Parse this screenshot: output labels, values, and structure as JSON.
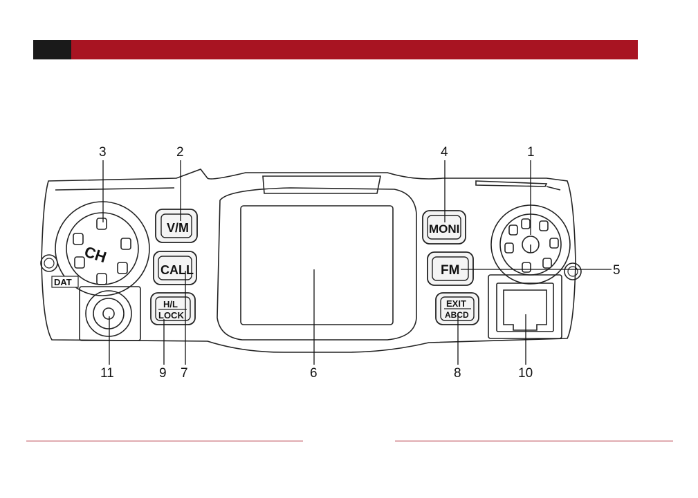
{
  "colors": {
    "header_accent": "#a81422",
    "header_dark": "#1a1a1a",
    "footer_rule": "#a81422"
  },
  "diagram": {
    "callouts": {
      "1": "1",
      "2": "2",
      "3": "3",
      "4": "4",
      "5": "5",
      "6": "6",
      "7": "7",
      "8": "8",
      "9": "9",
      "10": "10",
      "11": "11"
    },
    "labels": {
      "vm": "V/M",
      "call": "CALL",
      "hl": "H/L",
      "lock": "LOCK",
      "moni": "MONI",
      "fm": "FM",
      "exit": "EXIT",
      "abcd": "ABCD",
      "ch": "CH",
      "dat": "DAT"
    }
  }
}
